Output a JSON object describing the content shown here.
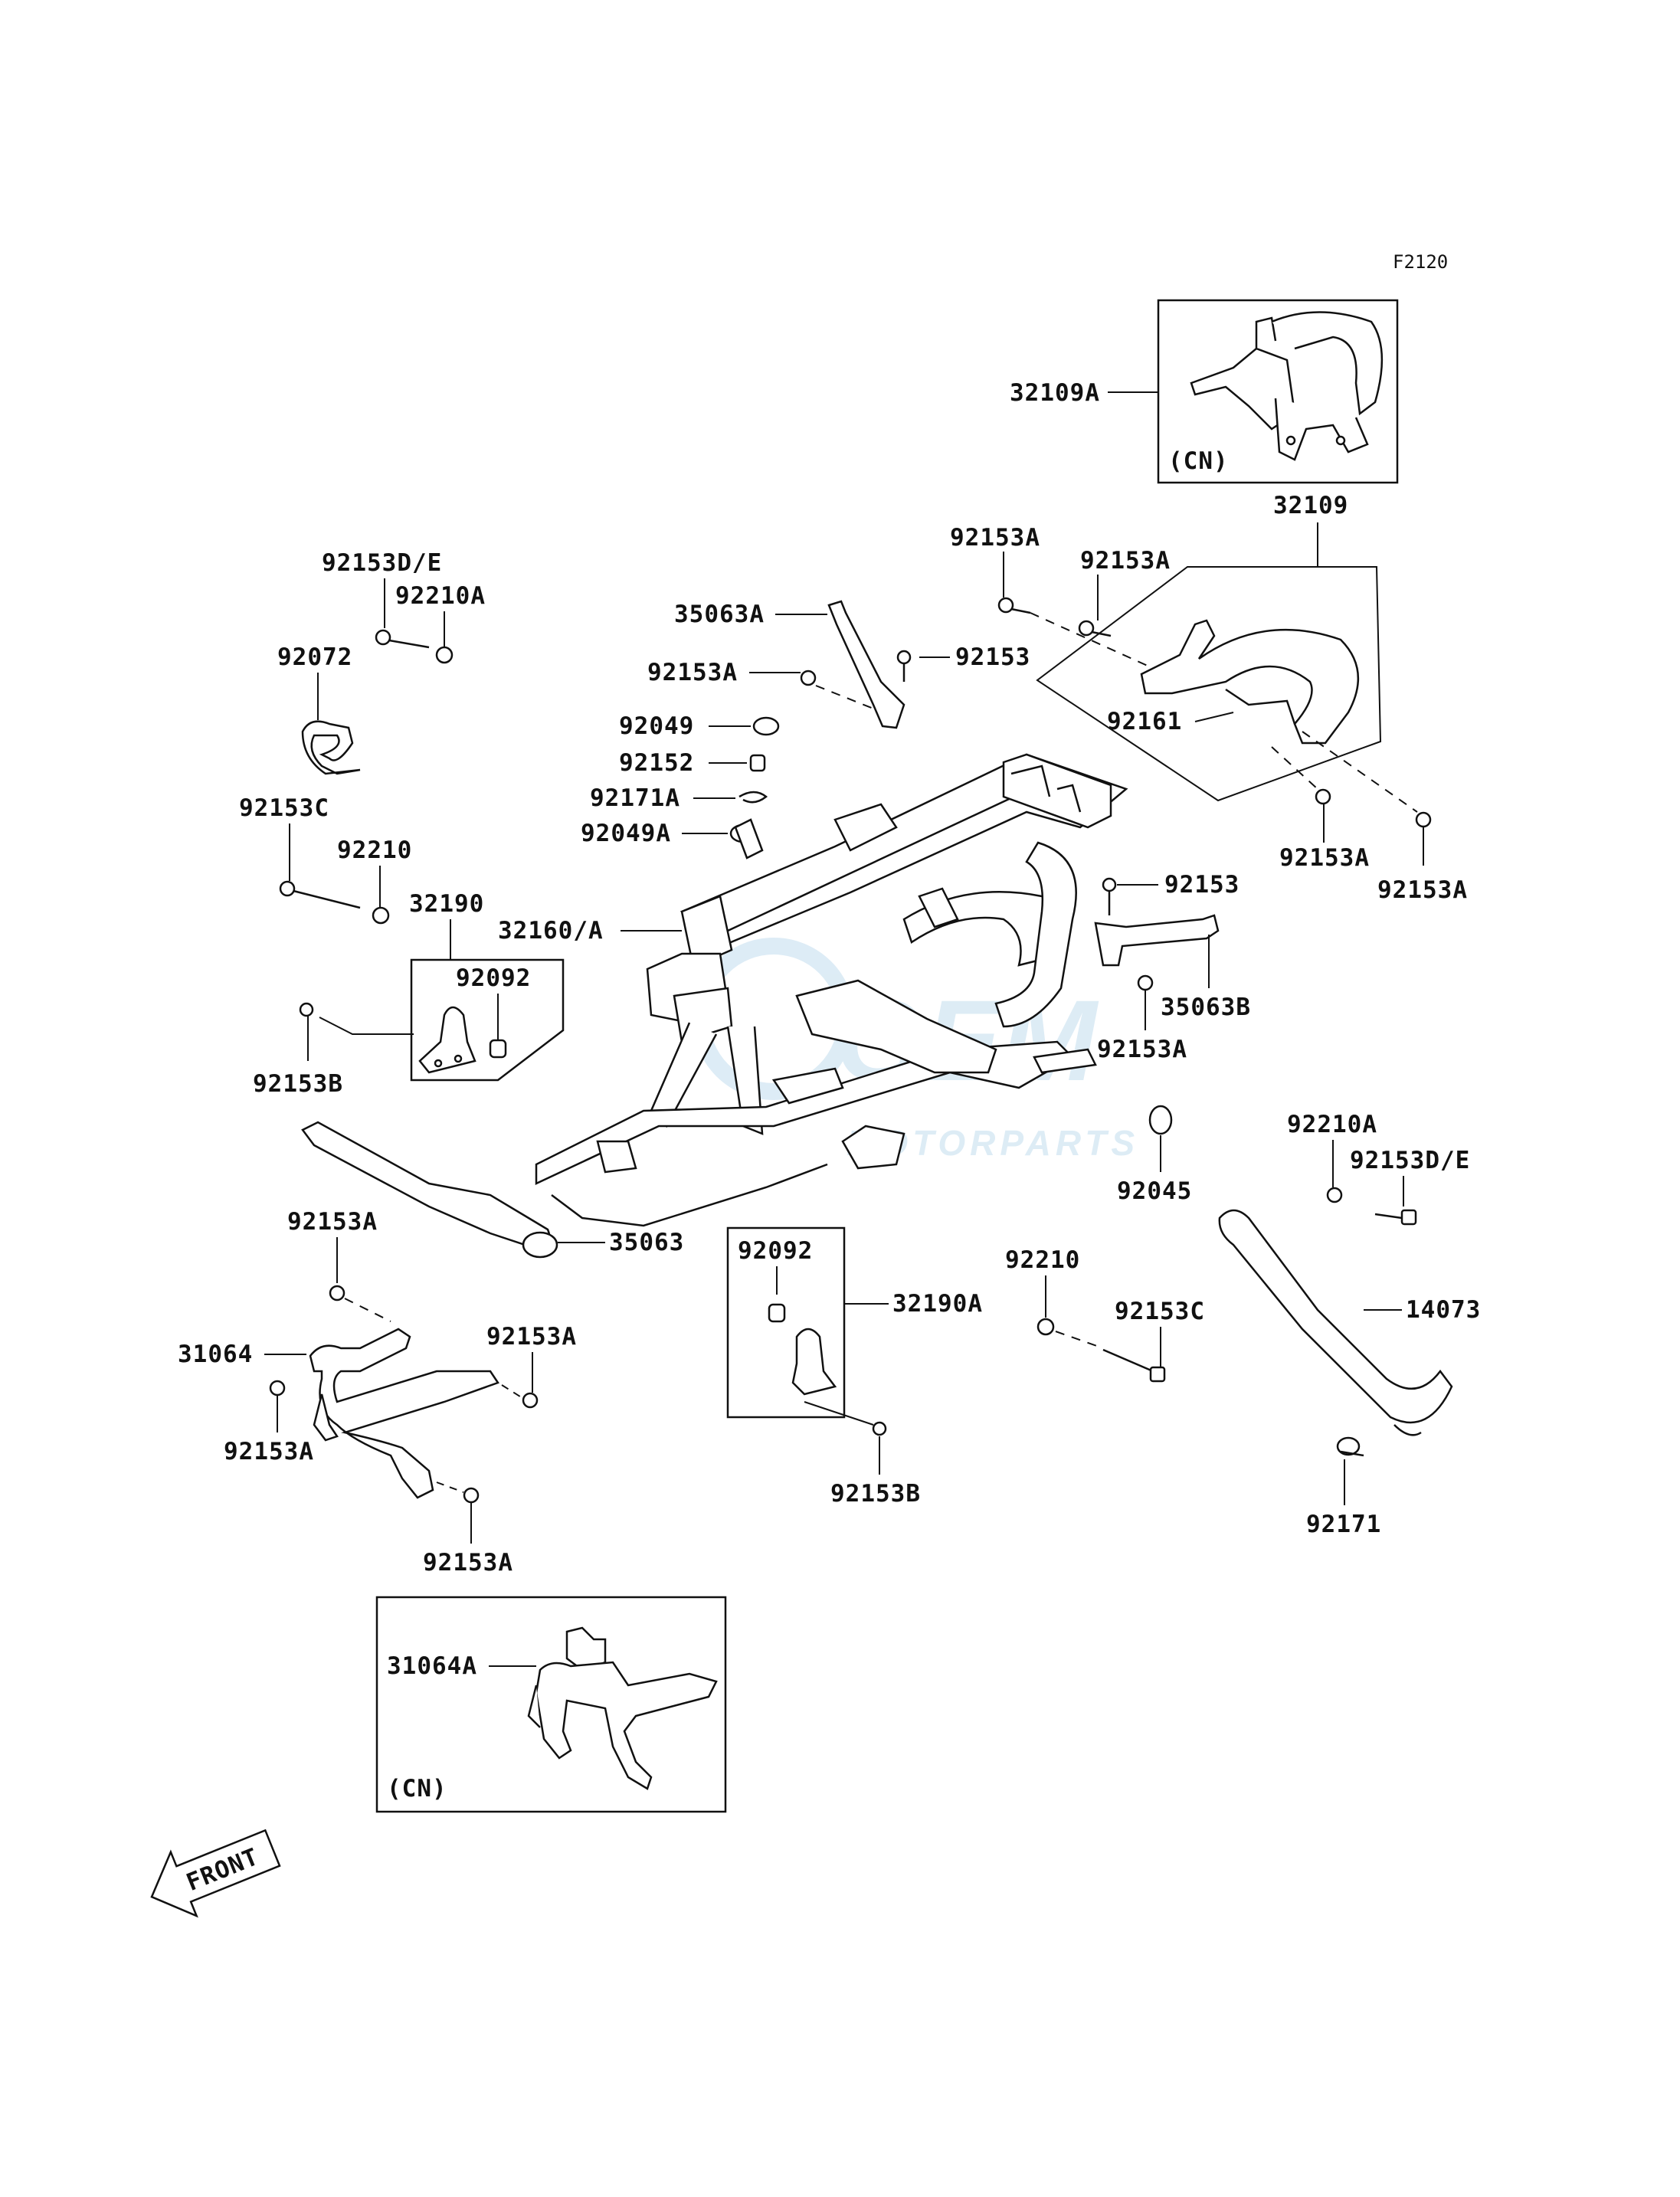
{
  "diagram_code": "F2120",
  "watermark": {
    "line1": "GEM",
    "line2": "MOTORPARTS"
  },
  "front_arrow_label": "FRONT",
  "inset_cn_label": "(CN)",
  "parts": {
    "p32109A": "32109A",
    "p32109": "32109",
    "p92153A_1": "92153A",
    "p92153A_2": "92153A",
    "p35063A": "35063A",
    "p92153A_3": "92153A",
    "p92153_1": "92153",
    "p92161": "92161",
    "p92153A_4": "92153A",
    "p92153A_5": "92153A",
    "p92153DE_1": "92153D/E",
    "p92210A_1": "92210A",
    "p92072": "92072",
    "p92049": "92049",
    "p92152": "92152",
    "p92171A": "92171A",
    "p92049A": "92049A",
    "p92153C_1": "92153C",
    "p92210_1": "92210",
    "p32190": "32190",
    "p92092_1": "92092",
    "p32160A": "32160/A",
    "p92153_2": "92153",
    "p35063B": "35063B",
    "p92153A_6": "92153A",
    "p92153B_1": "92153B",
    "p92210A_2": "92210A",
    "p92153DE_2": "92153D/E",
    "p92045": "92045",
    "p35063": "35063",
    "p92153A_7": "92153A",
    "p92092_2": "92092",
    "p32190A": "32190A",
    "p92210_2": "92210",
    "p92153C_2": "92153C",
    "p14073": "14073",
    "p31064": "31064",
    "p92153A_8": "92153A",
    "p92153A_9": "92153A",
    "p92153B_2": "92153B",
    "p92153A_10": "92153A",
    "p92171": "92171",
    "p31064A": "31064A"
  }
}
